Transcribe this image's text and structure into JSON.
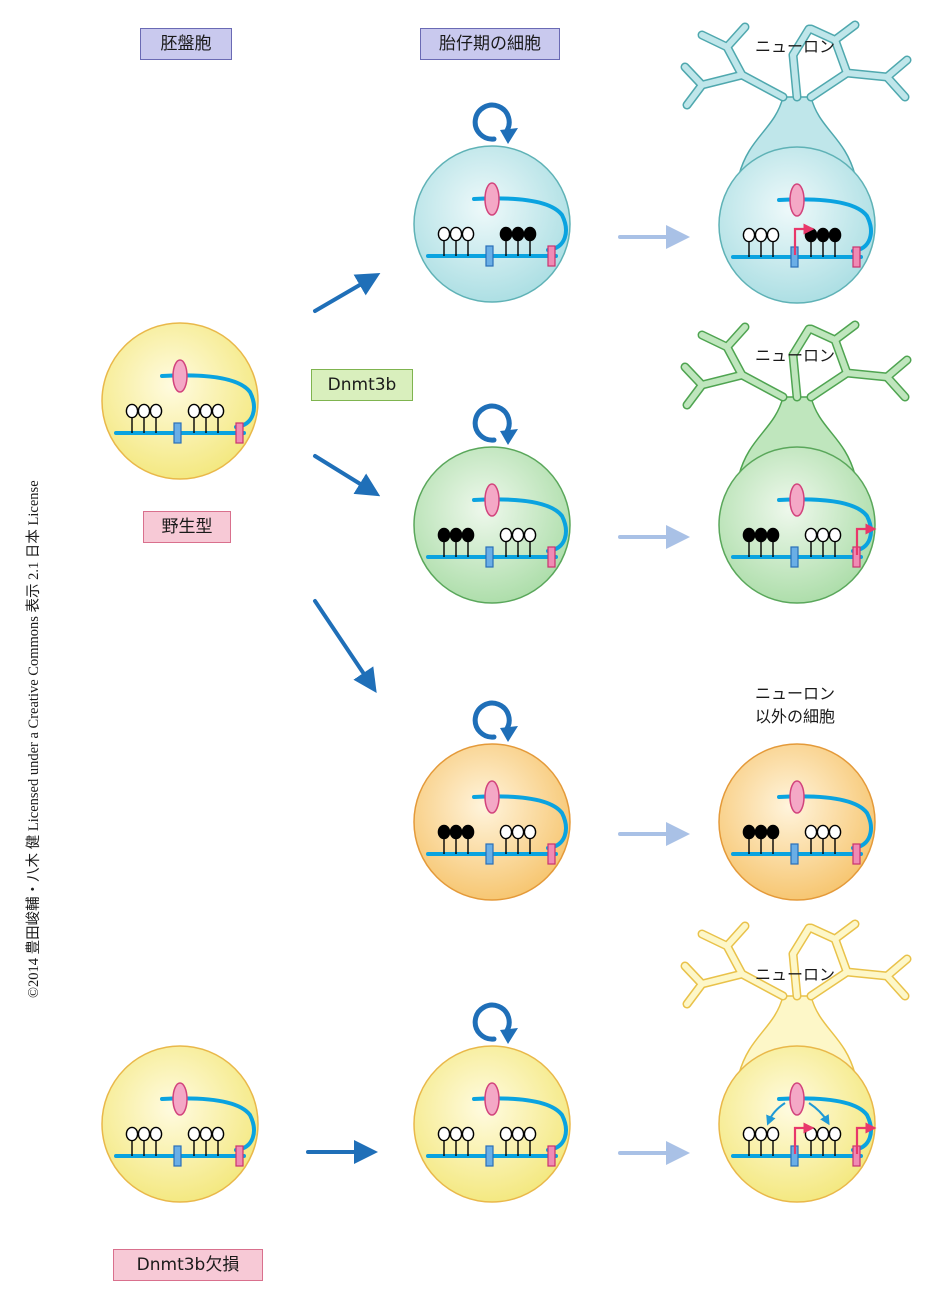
{
  "headers": {
    "blastocyst": "胚盤胞",
    "embryonic_cells": "胎仔期の細胞",
    "neuron_1": "ニューロン",
    "neuron_2": "ニューロン",
    "neuron_3_line1": "ニューロン",
    "neuron_3_line2": "以外の細胞",
    "neuron_4": "ニューロン"
  },
  "labels": {
    "wild_type": "野生型",
    "enzyme": "Dnmt3b",
    "knockout": "Dnmt3b欠損"
  },
  "copyright": "©2014 豊田峻輔・八木 健 Licensed under a Creative Commons 表示 2.1 日本 License",
  "colors": {
    "dna_strand": "#0aa3e0",
    "methylated": "#000000",
    "arrow_main": "#1f6fb8",
    "arrow_light": "#a9c1e6",
    "transcription": "#e8386a",
    "cell_yellow": "#f6ef9a",
    "cell_cyan": "#bfe6ea",
    "cell_green": "#c4e8c0",
    "cell_orange": "#f9d18a"
  },
  "cells": [
    {
      "id": "blastocyst-wt",
      "theme": "yellow",
      "dots": [
        "o",
        "o",
        "o",
        "o",
        "o",
        "o"
      ],
      "transcription": "none",
      "neuron": false
    },
    {
      "id": "embryo-1",
      "theme": "cyan",
      "dots": [
        "o",
        "o",
        "o",
        "f",
        "f",
        "f"
      ],
      "transcription": "none",
      "neuron": false
    },
    {
      "id": "neuron-1",
      "theme": "cyan",
      "dots": [
        "o",
        "o",
        "o",
        "f",
        "f",
        "f"
      ],
      "transcription": "blue",
      "neuron": true
    },
    {
      "id": "embryo-2",
      "theme": "green",
      "dots": [
        "f",
        "f",
        "f",
        "o",
        "o",
        "o"
      ],
      "transcription": "none",
      "neuron": false
    },
    {
      "id": "neuron-2",
      "theme": "green",
      "dots": [
        "f",
        "f",
        "f",
        "o",
        "o",
        "o"
      ],
      "transcription": "pink",
      "neuron": true
    },
    {
      "id": "embryo-3",
      "theme": "orange",
      "dots": [
        "f",
        "f",
        "f",
        "o",
        "o",
        "o"
      ],
      "transcription": "none",
      "neuron": false
    },
    {
      "id": "nonneuron-3",
      "theme": "orange",
      "dots": [
        "f",
        "f",
        "f",
        "o",
        "o",
        "o"
      ],
      "transcription": "none",
      "neuron": false
    },
    {
      "id": "blastocyst-ko",
      "theme": "yellow",
      "dots": [
        "o",
        "o",
        "o",
        "o",
        "o",
        "o"
      ],
      "transcription": "none",
      "neuron": false
    },
    {
      "id": "embryo-4",
      "theme": "yellow",
      "dots": [
        "o",
        "o",
        "o",
        "o",
        "o",
        "o"
      ],
      "transcription": "none",
      "neuron": false
    },
    {
      "id": "neuron-4",
      "theme": "yellow",
      "dots": [
        "o",
        "o",
        "o",
        "o",
        "o",
        "o"
      ],
      "transcription": "both",
      "neuron": true
    }
  ],
  "arrows": [
    {
      "id": "arrow-blastocyst-to-embryo-1",
      "style": "main"
    },
    {
      "id": "arrow-blastocyst-to-embryo-2",
      "style": "main"
    },
    {
      "id": "arrow-blastocyst-to-embryo-3",
      "style": "main"
    },
    {
      "id": "arrow-ko-to-embryo-4",
      "style": "main"
    },
    {
      "id": "arrow-embryo-1-to-neuron-1",
      "style": "light"
    },
    {
      "id": "arrow-embryo-2-to-neuron-2",
      "style": "light"
    },
    {
      "id": "arrow-embryo-3-to-nonneuron-3",
      "style": "light"
    },
    {
      "id": "arrow-embryo-4-to-neuron-4",
      "style": "light"
    }
  ]
}
